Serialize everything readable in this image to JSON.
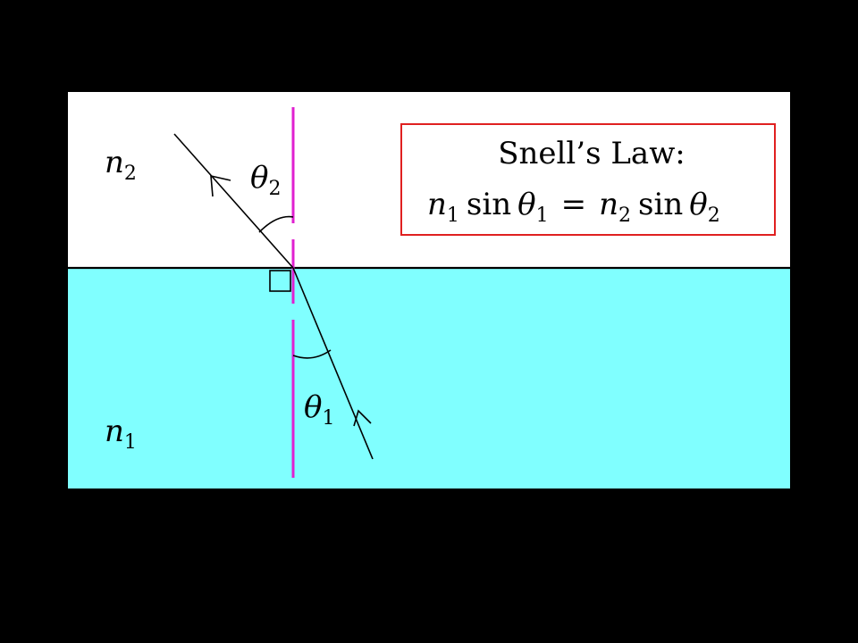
{
  "colors": {
    "page_background": "#000000",
    "upper_medium": "#ffffff",
    "lower_medium": "#80ffff",
    "normal_line": "#e020d0",
    "ray": "#000000",
    "law_box_border": "#e02020"
  },
  "labels": {
    "n2_symbol": "n",
    "n2_subscript": "2",
    "n1_symbol": "n",
    "n1_subscript": "1",
    "theta2_symbol": "θ",
    "theta2_subscript": "2",
    "theta1_symbol": "θ",
    "theta1_subscript": "1"
  },
  "law_box": {
    "title": "Snell’s Law:",
    "eq_n1": "n",
    "eq_n1_sub": "1",
    "eq_sin1": "sin",
    "eq_theta1": "θ",
    "eq_theta1_sub": "1",
    "eq_equals": "=",
    "eq_n2": "n",
    "eq_n2_sub": "2",
    "eq_sin2": "sin",
    "eq_theta2": "θ",
    "eq_theta2_sub": "2"
  }
}
